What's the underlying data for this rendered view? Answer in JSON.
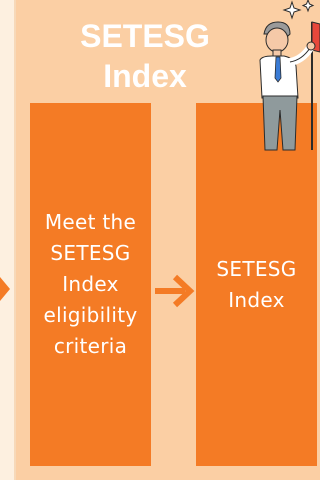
{
  "title": {
    "line1": "SETESG",
    "line2": "Index"
  },
  "boxes": {
    "left": "Meet the\nSETESG\nIndex\neligibility\ncriteria",
    "right": "SETESG\nIndex"
  },
  "colors": {
    "panel": "#fbcfa4",
    "box": "#f47b25",
    "arrow": "#f47b25",
    "background": "#fdf0e0"
  },
  "icons": {
    "illustration": "person-holding-flag-illustration",
    "arrow": "right-arrow-icon"
  }
}
